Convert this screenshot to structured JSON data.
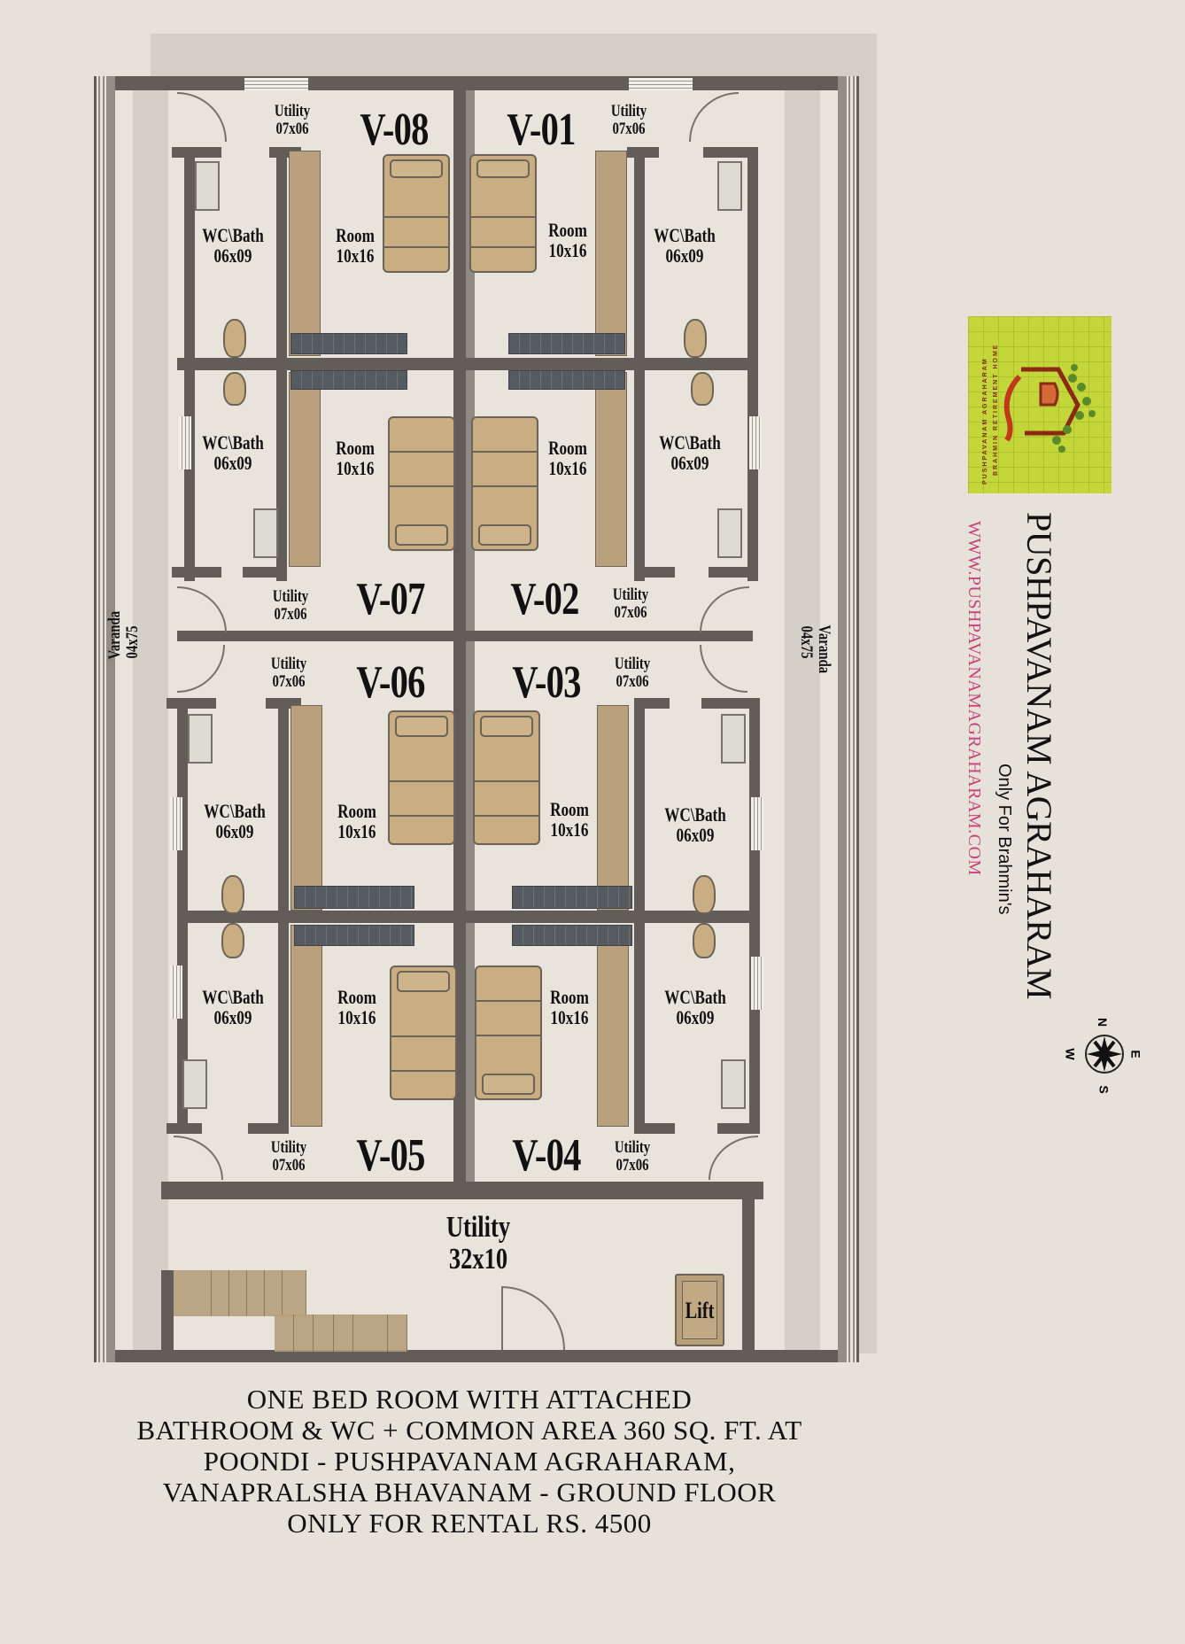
{
  "plan": {
    "units": [
      {
        "id": "V-08",
        "room": "Room",
        "room_size": "10x16",
        "bath": "WC\\Bath",
        "bath_size": "06x09",
        "utility": "Utility",
        "utility_size": "07x06"
      },
      {
        "id": "V-01",
        "room": "Room",
        "room_size": "10x16",
        "bath": "WC\\Bath",
        "bath_size": "06x09",
        "utility": "Utility",
        "utility_size": "07x06"
      },
      {
        "id": "V-07",
        "room": "Room",
        "room_size": "10x16",
        "bath": "WC\\Bath",
        "bath_size": "06x09",
        "utility": "Utility",
        "utility_size": "07x06"
      },
      {
        "id": "V-02",
        "room": "Room",
        "room_size": "10x16",
        "bath": "WC\\Bath",
        "bath_size": "06x09",
        "utility": "Utility",
        "utility_size": "07x06"
      },
      {
        "id": "V-06",
        "room": "Room",
        "room_size": "10x16",
        "bath": "WC\\Bath",
        "bath_size": "06x09",
        "utility": "Utility",
        "utility_size": "07x06"
      },
      {
        "id": "V-03",
        "room": "Room",
        "room_size": "10x16",
        "bath": "WC\\Bath",
        "bath_size": "06x09",
        "utility": "Utility",
        "utility_size": "07x06"
      },
      {
        "id": "V-05",
        "room": "Room",
        "room_size": "10x16",
        "bath": "WC\\Bath",
        "bath_size": "06x09",
        "utility": "Utility",
        "utility_size": "07x06"
      },
      {
        "id": "V-04",
        "room": "Room",
        "room_size": "10x16",
        "bath": "WC\\Bath",
        "bath_size": "06x09",
        "utility": "Utility",
        "utility_size": "07x06"
      }
    ],
    "varanda_left": {
      "label": "Varanda",
      "size": "04x75"
    },
    "varanda_right": {
      "label": "Varanda",
      "size": "04x75"
    },
    "common_utility": {
      "label": "Utility",
      "size": "32x10"
    },
    "lift": {
      "label": "Lift"
    }
  },
  "brand": {
    "title": "PUSHPAVANAM AGRAHARAM",
    "subtitle": "Only For Brahmin's",
    "website": "WWW.PUSHPAVANAMAGRAHARAM.COM",
    "logo_text_1": "BRAHMIN RETIREMENT HOME",
    "logo_text_2": "PUSHPAVANAM AGRAHARAM",
    "logo_bg": "#c3d73a",
    "logo_accent": "#8a2a12",
    "website_color": "#c9427a"
  },
  "compass": {
    "n": "N",
    "e": "E",
    "s": "S",
    "w": "W"
  },
  "footer": {
    "lines": [
      "ONE BED ROOM WITH ATTACHED",
      "BATHROOM & WC + COMMON AREA 360 SQ. FT. AT",
      "POONDI - PUSHPAVANAM AGRAHARAM,",
      "VANAPRALSHA BHAVANAM - GROUND FLOOR",
      "ONLY FOR RENTAL RS. 4500"
    ]
  }
}
